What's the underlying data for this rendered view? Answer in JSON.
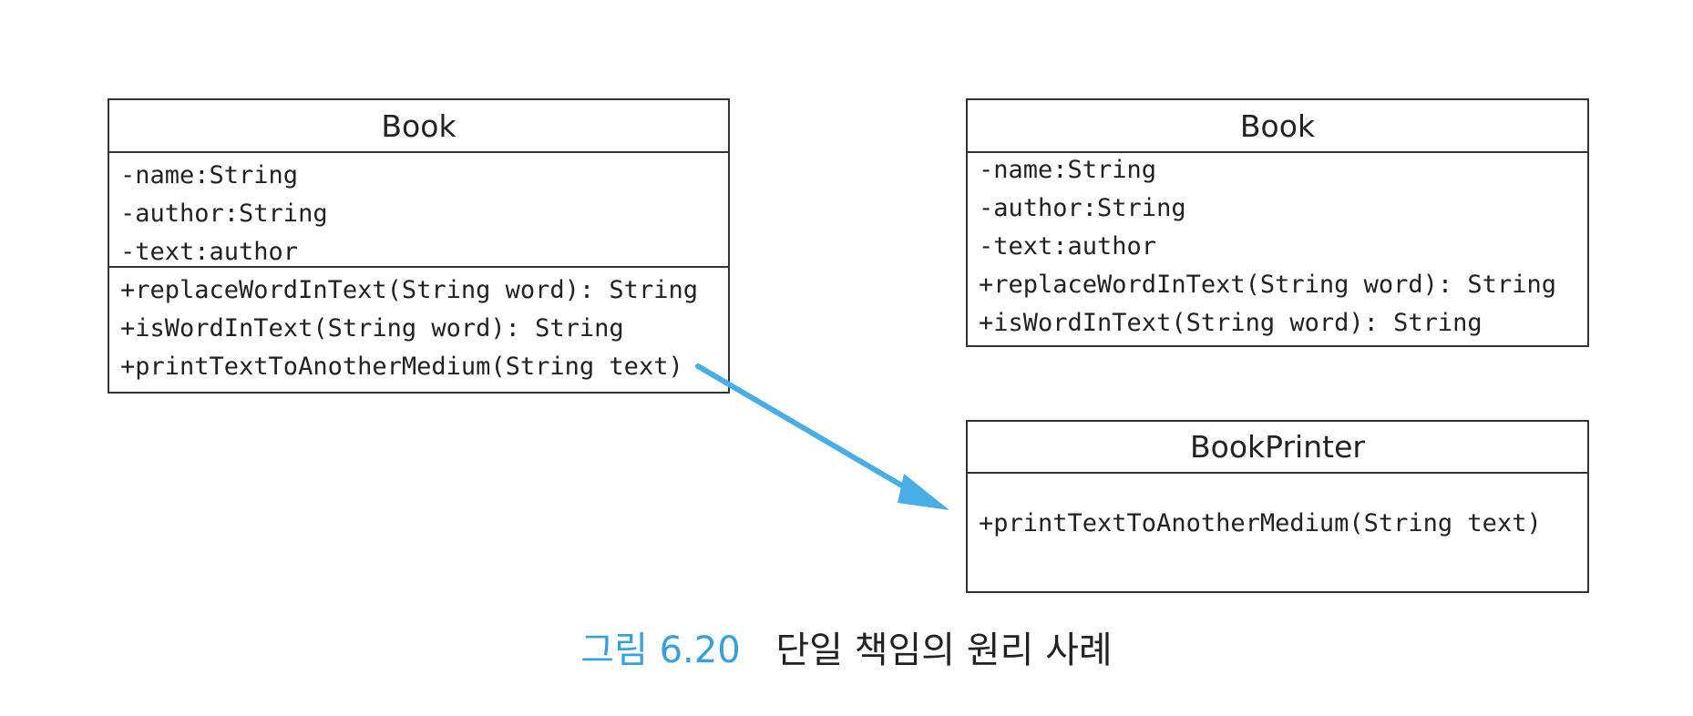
{
  "diagram": {
    "book_left": {
      "class_name": "Book",
      "attributes": [
        "-name:String",
        "-author:String",
        "-text:author"
      ],
      "methods": [
        "+replaceWordInText(String word): String",
        "+isWordInText(String word): String",
        "+printTextToAnotherMedium(String text)"
      ]
    },
    "book_right": {
      "class_name": "Book",
      "members": [
        "-name:String",
        "-author:String",
        "-text:author",
        "+replaceWordInText(String word): String",
        "+isWordInText(String word): String"
      ]
    },
    "book_printer": {
      "class_name": "BookPrinter",
      "methods": [
        "+printTextToAnotherMedium(String text)"
      ]
    },
    "arrow": {
      "from": "book_left.methods.2",
      "to": "book_printer",
      "color": "#4aaee6"
    }
  },
  "caption": {
    "number": "그림 6.20",
    "text": "단일 책임의 원리 사례",
    "number_color": "#3aa0dc"
  }
}
